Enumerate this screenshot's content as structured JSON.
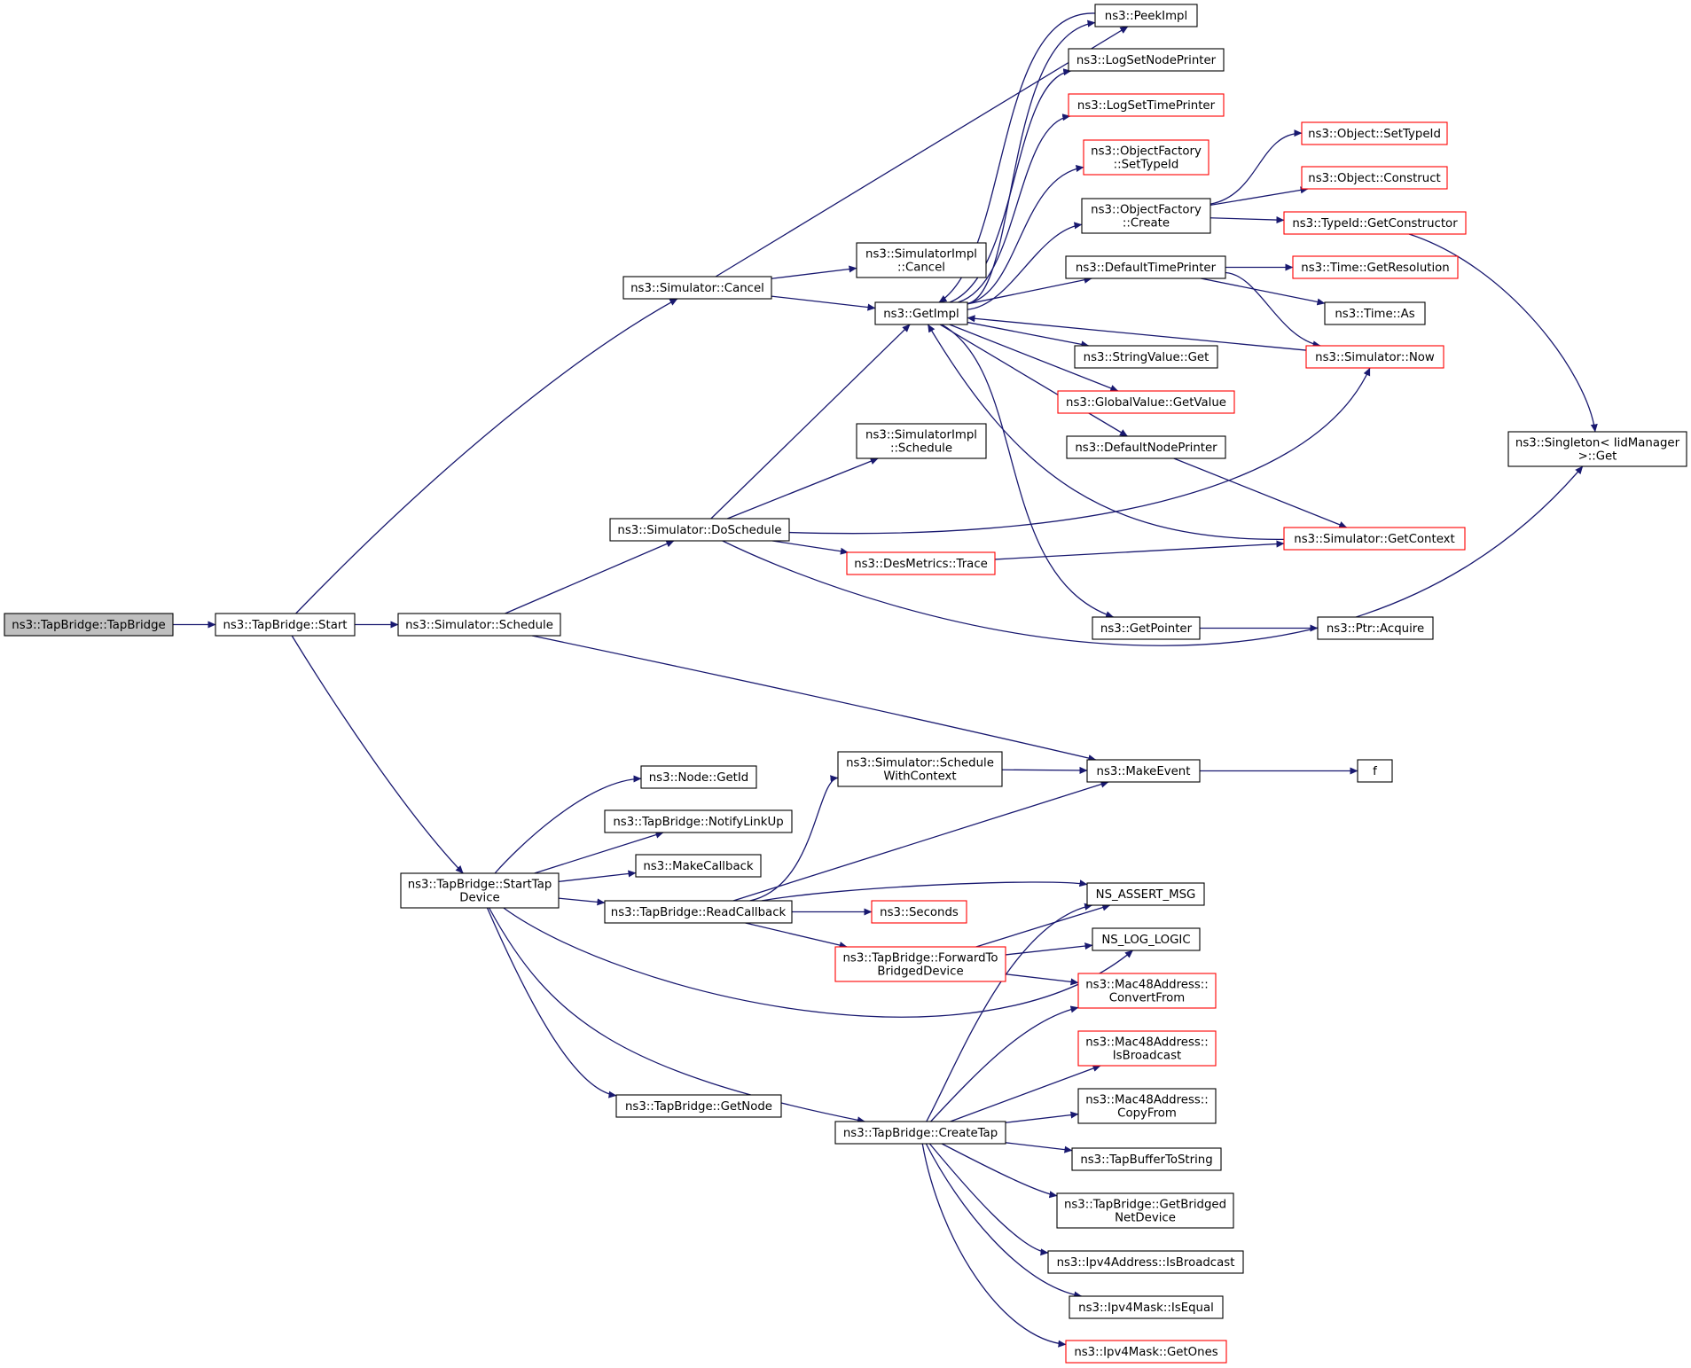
{
  "colors": {
    "edge": "#191970",
    "node_border": "#000000",
    "unresolved_border": "#ff0000",
    "root_fill": "#bfbfbf"
  },
  "nodes": {
    "tapbridge_ctor": {
      "lines": [
        "ns3::TapBridge::TapBridge"
      ],
      "border": "black",
      "root": true
    },
    "start": {
      "lines": [
        "ns3::TapBridge::Start"
      ],
      "border": "black"
    },
    "sim_schedule": {
      "lines": [
        "ns3::Simulator::Schedule"
      ],
      "border": "black"
    },
    "sim_cancel": {
      "lines": [
        "ns3::Simulator::Cancel"
      ],
      "border": "black"
    },
    "sim_doschedule": {
      "lines": [
        "ns3::Simulator::DoSchedule"
      ],
      "border": "black"
    },
    "start_tap_device": {
      "lines": [
        "ns3::TapBridge::StartTap",
        "Device"
      ],
      "border": "black"
    },
    "peekimpl": {
      "lines": [
        "ns3::PeekImpl"
      ],
      "border": "black"
    },
    "log_set_node_printer": {
      "lines": [
        "ns3::LogSetNodePrinter"
      ],
      "border": "black"
    },
    "log_set_time_printer": {
      "lines": [
        "ns3::LogSetTimePrinter"
      ],
      "border": "red"
    },
    "objfactory_settypeid": {
      "lines": [
        "ns3::ObjectFactory",
        "::SetTypeId"
      ],
      "border": "red"
    },
    "objfactory_create": {
      "lines": [
        "ns3::ObjectFactory",
        "::Create"
      ],
      "border": "black"
    },
    "default_time_printer": {
      "lines": [
        "ns3::DefaultTimePrinter"
      ],
      "border": "black"
    },
    "getimpl": {
      "lines": [
        "ns3::GetImpl"
      ],
      "border": "black"
    },
    "stringvalue_get": {
      "lines": [
        "ns3::StringValue::Get"
      ],
      "border": "black"
    },
    "globalvalue_getvalue": {
      "lines": [
        "ns3::GlobalValue::GetValue"
      ],
      "border": "red"
    },
    "default_node_printer": {
      "lines": [
        "ns3::DefaultNodePrinter"
      ],
      "border": "black"
    },
    "getpointer": {
      "lines": [
        "ns3::GetPointer"
      ],
      "border": "black"
    },
    "simimpl_cancel": {
      "lines": [
        "ns3::SimulatorImpl",
        "::Cancel"
      ],
      "border": "black"
    },
    "simimpl_schedule": {
      "lines": [
        "ns3::SimulatorImpl",
        "::Schedule"
      ],
      "border": "black"
    },
    "desmetrics_trace": {
      "lines": [
        "ns3::DesMetrics::Trace"
      ],
      "border": "red"
    },
    "object_settypeid": {
      "lines": [
        "ns3::Object::SetTypeId"
      ],
      "border": "red"
    },
    "object_construct": {
      "lines": [
        "ns3::Object::Construct"
      ],
      "border": "red"
    },
    "typeid_getconstructor": {
      "lines": [
        "ns3::TypeId::GetConstructor"
      ],
      "border": "red"
    },
    "time_getresolution": {
      "lines": [
        "ns3::Time::GetResolution"
      ],
      "border": "red"
    },
    "time_as": {
      "lines": [
        "ns3::Time::As"
      ],
      "border": "black"
    },
    "sim_now": {
      "lines": [
        "ns3::Simulator::Now"
      ],
      "border": "red"
    },
    "sim_getcontext": {
      "lines": [
        "ns3::Simulator::GetContext"
      ],
      "border": "red"
    },
    "ptr_acquire": {
      "lines": [
        "ns3::Ptr::Acquire"
      ],
      "border": "black"
    },
    "singleton_get": {
      "lines": [
        "ns3::Singleton< IidManager",
        ">::Get"
      ],
      "border": "black"
    },
    "node_getid": {
      "lines": [
        "ns3::Node::GetId"
      ],
      "border": "black"
    },
    "notify_link_up": {
      "lines": [
        "ns3::TapBridge::NotifyLinkUp"
      ],
      "border": "black"
    },
    "make_callback": {
      "lines": [
        "ns3::MakeCallback"
      ],
      "border": "black"
    },
    "read_callback": {
      "lines": [
        "ns3::TapBridge::ReadCallback"
      ],
      "border": "black"
    },
    "tapbridge_getnode": {
      "lines": [
        "ns3::TapBridge::GetNode"
      ],
      "border": "black"
    },
    "create_tap": {
      "lines": [
        "ns3::TapBridge::CreateTap"
      ],
      "border": "black"
    },
    "sim_schedule_wctx": {
      "lines": [
        "ns3::Simulator::Schedule",
        "WithContext"
      ],
      "border": "black"
    },
    "make_event": {
      "lines": [
        "ns3::MakeEvent"
      ],
      "border": "black"
    },
    "f": {
      "lines": [
        "f"
      ],
      "border": "black"
    },
    "ns_assert_msg": {
      "lines": [
        "NS_ASSERT_MSG"
      ],
      "border": "black"
    },
    "seconds": {
      "lines": [
        "ns3::Seconds"
      ],
      "border": "red"
    },
    "forward_bridged": {
      "lines": [
        "ns3::TapBridge::ForwardTo",
        "BridgedDevice"
      ],
      "border": "red"
    },
    "ns_log_logic": {
      "lines": [
        "NS_LOG_LOGIC"
      ],
      "border": "black"
    },
    "mac48_convertfrom": {
      "lines": [
        "ns3::Mac48Address::",
        "ConvertFrom"
      ],
      "border": "red"
    },
    "mac48_isbroadcast": {
      "lines": [
        "ns3::Mac48Address::",
        "IsBroadcast"
      ],
      "border": "red"
    },
    "mac48_copyfrom": {
      "lines": [
        "ns3::Mac48Address::",
        "CopyFrom"
      ],
      "border": "black"
    },
    "tap_buffer_to_string": {
      "lines": [
        "ns3::TapBufferToString"
      ],
      "border": "black"
    },
    "get_bridged_netdevice": {
      "lines": [
        "ns3::TapBridge::GetBridged",
        "NetDevice"
      ],
      "border": "black"
    },
    "ipv4addr_isbroadcast": {
      "lines": [
        "ns3::Ipv4Address::IsBroadcast"
      ],
      "border": "black"
    },
    "ipv4mask_isequal": {
      "lines": [
        "ns3::Ipv4Mask::IsEqual"
      ],
      "border": "black"
    },
    "ipv4mask_getones": {
      "lines": [
        "ns3::Ipv4Mask::GetOnes"
      ],
      "border": "red"
    }
  },
  "edges": [
    [
      "tapbridge_ctor",
      "start"
    ],
    [
      "start",
      "sim_schedule"
    ],
    [
      "start",
      "sim_cancel"
    ],
    [
      "start",
      "start_tap_device"
    ],
    [
      "sim_cancel",
      "peekimpl"
    ],
    [
      "sim_cancel",
      "simimpl_cancel"
    ],
    [
      "sim_cancel",
      "getimpl"
    ],
    [
      "sim_schedule",
      "sim_doschedule"
    ],
    [
      "sim_schedule",
      "make_event"
    ],
    [
      "sim_doschedule",
      "getimpl"
    ],
    [
      "sim_doschedule",
      "simimpl_schedule"
    ],
    [
      "sim_doschedule",
      "sim_now"
    ],
    [
      "sim_doschedule",
      "desmetrics_trace"
    ],
    [
      "sim_doschedule",
      "singleton_get"
    ],
    [
      "getimpl",
      "peekimpl"
    ],
    [
      "getimpl",
      "log_set_node_printer"
    ],
    [
      "getimpl",
      "log_set_time_printer"
    ],
    [
      "getimpl",
      "objfactory_settypeid"
    ],
    [
      "getimpl",
      "objfactory_create"
    ],
    [
      "getimpl",
      "default_time_printer"
    ],
    [
      "getimpl",
      "stringvalue_get"
    ],
    [
      "getimpl",
      "globalvalue_getvalue"
    ],
    [
      "getimpl",
      "default_node_printer"
    ],
    [
      "getimpl",
      "getpointer"
    ],
    [
      "peekimpl",
      "getimpl"
    ],
    [
      "objfactory_create",
      "object_settypeid"
    ],
    [
      "objfactory_create",
      "object_construct"
    ],
    [
      "objfactory_create",
      "typeid_getconstructor"
    ],
    [
      "typeid_getconstructor",
      "singleton_get"
    ],
    [
      "default_time_printer",
      "time_getresolution"
    ],
    [
      "default_time_printer",
      "time_as"
    ],
    [
      "default_time_printer",
      "sim_now"
    ],
    [
      "sim_now",
      "getimpl"
    ],
    [
      "default_node_printer",
      "sim_getcontext"
    ],
    [
      "sim_getcontext",
      "getimpl"
    ],
    [
      "desmetrics_trace",
      "sim_getcontext"
    ],
    [
      "getpointer",
      "ptr_acquire"
    ],
    [
      "start_tap_device",
      "node_getid"
    ],
    [
      "start_tap_device",
      "notify_link_up"
    ],
    [
      "start_tap_device",
      "make_callback"
    ],
    [
      "start_tap_device",
      "read_callback"
    ],
    [
      "start_tap_device",
      "ns_log_logic"
    ],
    [
      "start_tap_device",
      "tapbridge_getnode"
    ],
    [
      "start_tap_device",
      "create_tap"
    ],
    [
      "read_callback",
      "sim_schedule_wctx"
    ],
    [
      "read_callback",
      "make_event"
    ],
    [
      "read_callback",
      "ns_assert_msg"
    ],
    [
      "read_callback",
      "seconds"
    ],
    [
      "read_callback",
      "forward_bridged"
    ],
    [
      "sim_schedule_wctx",
      "make_event"
    ],
    [
      "make_event",
      "f"
    ],
    [
      "forward_bridged",
      "ns_assert_msg"
    ],
    [
      "forward_bridged",
      "ns_log_logic"
    ],
    [
      "forward_bridged",
      "mac48_convertfrom"
    ],
    [
      "create_tap",
      "ns_assert_msg"
    ],
    [
      "create_tap",
      "mac48_convertfrom"
    ],
    [
      "create_tap",
      "mac48_isbroadcast"
    ],
    [
      "create_tap",
      "mac48_copyfrom"
    ],
    [
      "create_tap",
      "tap_buffer_to_string"
    ],
    [
      "create_tap",
      "get_bridged_netdevice"
    ],
    [
      "create_tap",
      "ipv4addr_isbroadcast"
    ],
    [
      "create_tap",
      "ipv4mask_isequal"
    ],
    [
      "create_tap",
      "ipv4mask_getones"
    ]
  ]
}
